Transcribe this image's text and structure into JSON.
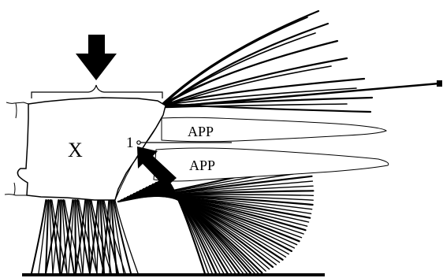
{
  "figure": {
    "block_label": "X",
    "marker_label": "1",
    "upper_probe_label": "APP",
    "lower_probe_label": "APP",
    "ink_color": "#000000",
    "background_color": "#ffffff"
  },
  "icons": {
    "top_arrow": "arrow-down-icon",
    "side_arrow": "arrow-up-left-icon",
    "rod_end": "square-end-icon"
  }
}
